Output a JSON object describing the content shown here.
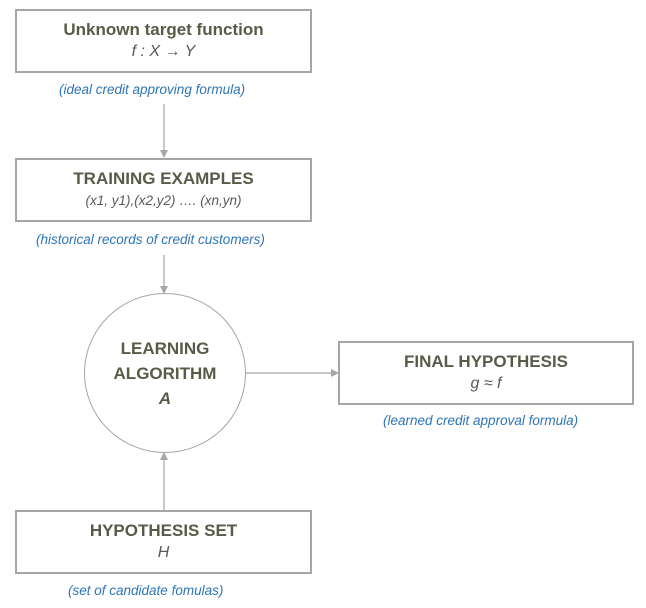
{
  "target_function": {
    "title": "Unknown target function",
    "formula": "f : X → Y",
    "note": "(ideal credit approving formula)"
  },
  "training_examples": {
    "title": "TRAINING EXAMPLES",
    "formula": "(x1, y1),(x2,y2) …. (xn,yn)",
    "note": "(historical records of credit customers)"
  },
  "learning_algorithm": {
    "line1": "LEARNING",
    "line2": "ALGORITHM",
    "symbol": "A"
  },
  "final_hypothesis": {
    "title": "FINAL HYPOTHESIS",
    "formula": "g ≈ f",
    "note": "(learned credit approval formula)"
  },
  "hypothesis_set": {
    "title": "HYPOTHESIS SET",
    "symbol": "H",
    "note": "(set of candidate fomulas)"
  },
  "colors": {
    "box_border": "#a6a6a6",
    "title_text": "#5a5a48",
    "formula_text": "#595959",
    "note_text": "#2e75b6",
    "arrow": "#a6a6a6"
  }
}
